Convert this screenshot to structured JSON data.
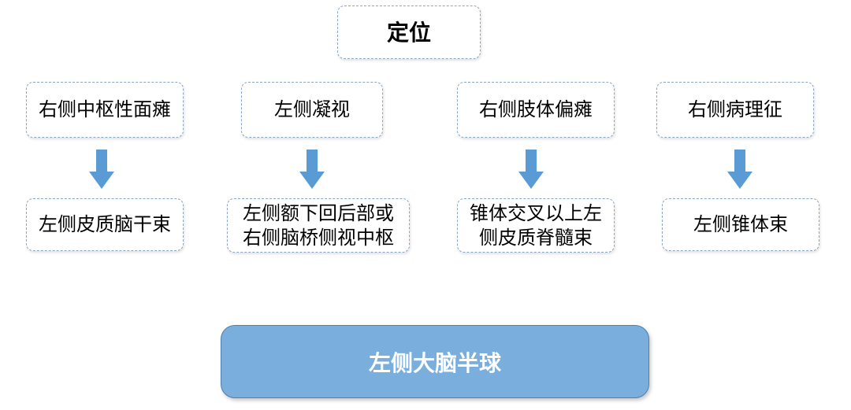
{
  "title": "定位",
  "columns": [
    {
      "symptom": "右侧中枢性面瘫",
      "location_lines": [
        "左侧皮质脑干束"
      ]
    },
    {
      "symptom": "左侧凝视",
      "location_lines": [
        "左侧额下回后部或",
        "右侧脑桥侧视中枢"
      ]
    },
    {
      "symptom": "右侧肢体偏瘫",
      "location_lines": [
        "锥体交叉以上左",
        "侧皮质脊髓束"
      ]
    },
    {
      "symptom": "右侧病理征",
      "location_lines": [
        "左侧锥体束"
      ]
    }
  ],
  "conclusion": "左侧大脑半球",
  "colors": {
    "arrow": "#5b9bd5",
    "box_border": "#8aa6c4",
    "conclusion_fill": "#7aaedd"
  }
}
